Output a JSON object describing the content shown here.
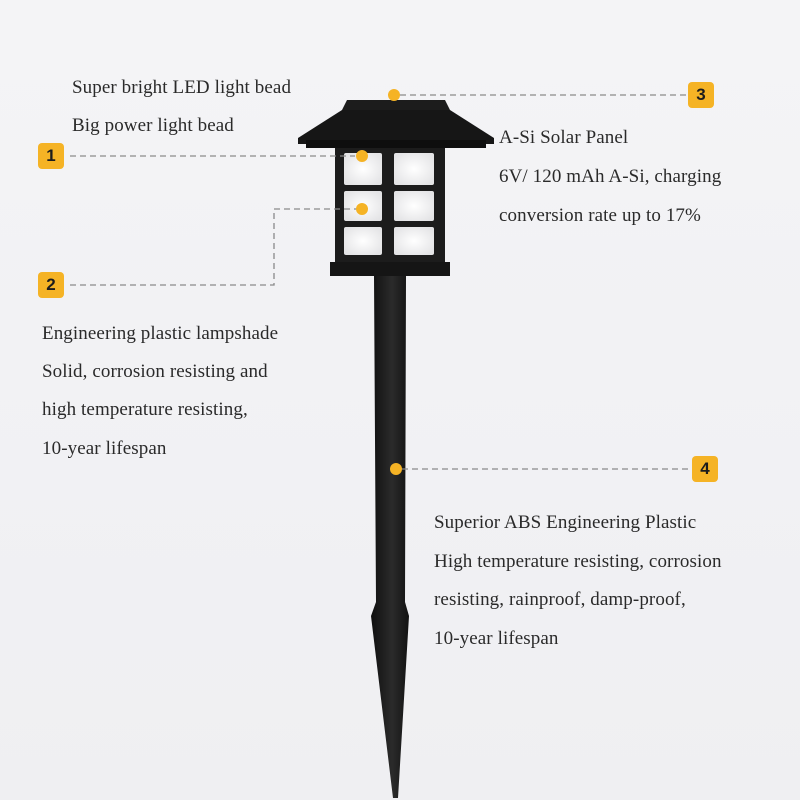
{
  "callouts": [
    {
      "number": "1",
      "lines": [
        "Super bright LED light bead",
        "Big power light bead"
      ]
    },
    {
      "number": "2",
      "lines": [
        "Engineering plastic lampshade",
        "Solid, corrosion resisting and",
        "high temperature resisting,",
        "10-year lifespan"
      ]
    },
    {
      "number": "3",
      "lines": [
        "A-Si Solar Panel",
        "6V/ 120 mAh A-Si, charging",
        "conversion rate up to 17%"
      ]
    },
    {
      "number": "4",
      "lines": [
        "Superior ABS Engineering Plastic",
        "High temperature resisting, corrosion",
        "resisting, rainproof, damp-proof,",
        "10-year lifespan"
      ]
    }
  ],
  "colors": {
    "accent": "#f5b325",
    "lamp_body": "#1c1c1c",
    "window_glow": "#fbfbfb",
    "leader_line": "#8a8a8a"
  }
}
